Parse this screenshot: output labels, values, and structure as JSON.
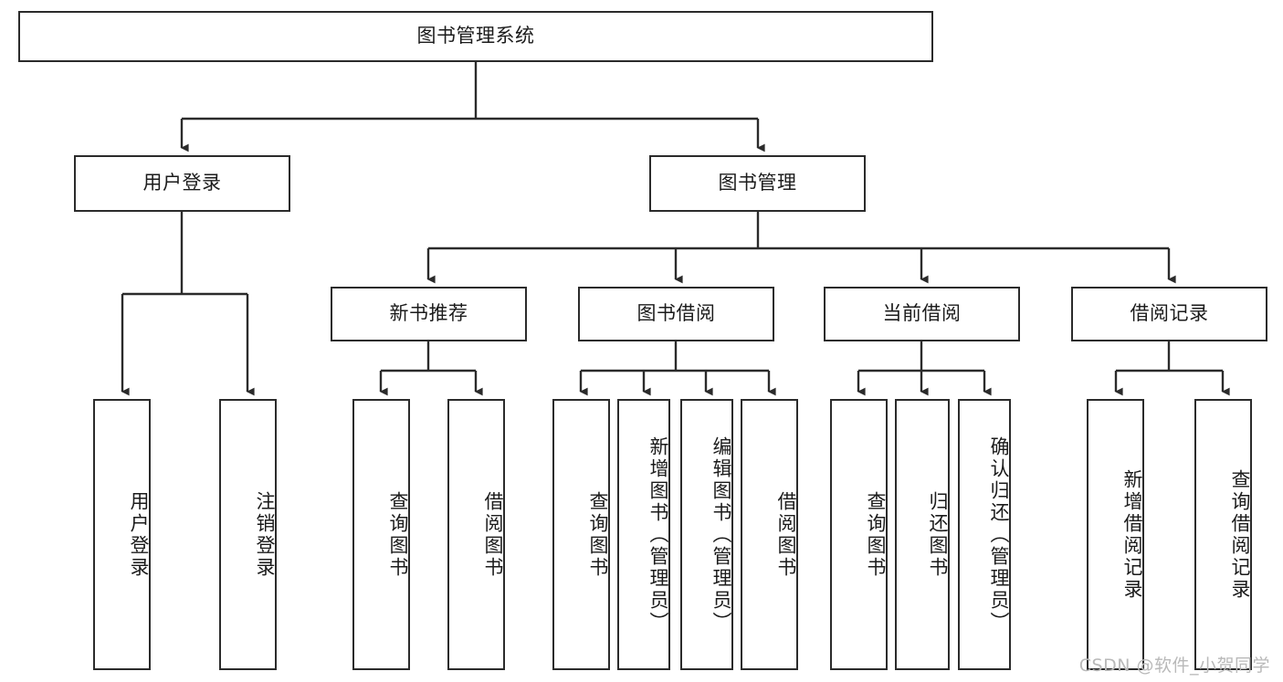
{
  "diagram": {
    "title": "图书管理系统",
    "watermark": "CSDN @软件_小贺同学",
    "root": {
      "label": "图书管理系统"
    },
    "level2": [
      {
        "label": "用户登录"
      },
      {
        "label": "图书管理"
      }
    ],
    "level3": [
      {
        "label": "新书推荐"
      },
      {
        "label": "图书借阅"
      },
      {
        "label": "当前借阅"
      },
      {
        "label": "借阅记录"
      }
    ],
    "leaves": {
      "user_login": [
        {
          "label": "用户登录"
        },
        {
          "label": "注销登录"
        }
      ],
      "new_book_recommend": [
        {
          "label": "查询图书"
        },
        {
          "label": "借阅图书"
        }
      ],
      "book_borrow": [
        {
          "label": "查询图书"
        },
        {
          "label": "新增图书（管理员）"
        },
        {
          "label": "编辑图书（管理员）"
        },
        {
          "label": "借阅图书"
        }
      ],
      "current_borrow": [
        {
          "label": "查询图书"
        },
        {
          "label": "归还图书"
        },
        {
          "label": "确认归还（管理员）"
        }
      ],
      "borrow_record": [
        {
          "label": "新增借阅记录"
        },
        {
          "label": "查询借阅记录"
        }
      ]
    },
    "colors": {
      "stroke": "#2b2b2b",
      "fill": "#ffffff",
      "text": "#1b1b1b",
      "watermark": "#b9b9b9"
    }
  }
}
